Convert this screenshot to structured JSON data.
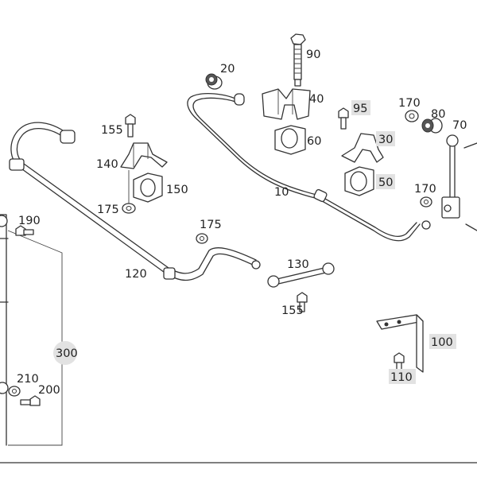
{
  "labels": {
    "p10": "10",
    "p20": "20",
    "p30": "30",
    "p40": "40",
    "p50": "50",
    "p60": "60",
    "p70": "70",
    "p80": "80",
    "p90": "90",
    "p95": "95",
    "p100": "100",
    "p110": "110",
    "p120": "120",
    "p130": "130",
    "p140": "140",
    "p150": "150",
    "p155a": "155",
    "p155b": "155",
    "p170a": "170",
    "p170b": "170",
    "p175a": "175",
    "p175b": "175",
    "p190": "190",
    "p200": "200",
    "p210": "210",
    "p300": "300"
  },
  "highlight_color": "#e2e2e2"
}
